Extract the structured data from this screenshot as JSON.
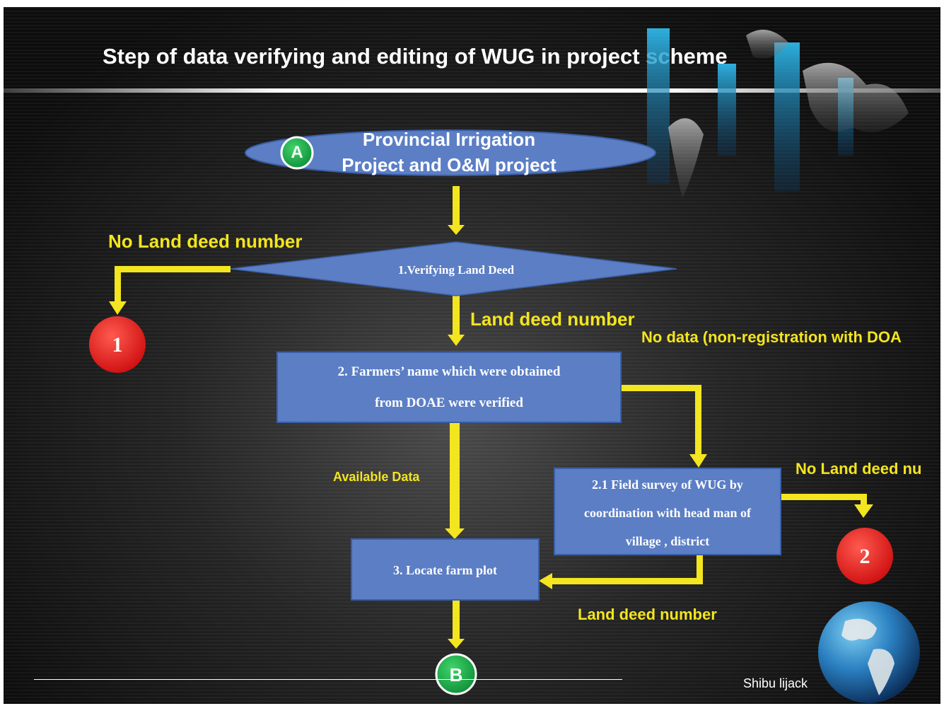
{
  "title": "Step of data verifying and editing of WUG in project scheme",
  "nodes": {
    "start_oval": {
      "marker": "A",
      "text_line1": "Provincial Irrigation",
      "text_line2": "Project and O&M project"
    },
    "decision_1": "1.Verifying Land Deed",
    "box_2": {
      "line1": "2. Farmers’ name which were obtained",
      "line2": "from DOAE were  verified"
    },
    "box_2_1": {
      "line1": "2.1 Field survey of WUG by",
      "line2": "coordination with head man of",
      "line3": "village , district"
    },
    "box_3": "3. Locate farm plot",
    "connector_1": "1",
    "connector_2": "2",
    "end_marker": "B"
  },
  "edge_labels": {
    "no_land_deed_left": "No Land deed number",
    "land_deed_number_1": "Land deed number",
    "no_data": "No data (non-registration with DOA",
    "available_data": "Available Data",
    "no_land_deed_right": "No Land deed nu",
    "land_deed_number_2": "Land deed number"
  },
  "credit": "Shibu lijack",
  "colors": {
    "background": "#1a1a1a",
    "node_fill": "#5b7ec5",
    "node_border": "#3a5fa8",
    "arrow": "#f3e51f",
    "label": "#f3e51f",
    "connector_red": "#e31a1a",
    "marker_green": "#1fa64a"
  }
}
